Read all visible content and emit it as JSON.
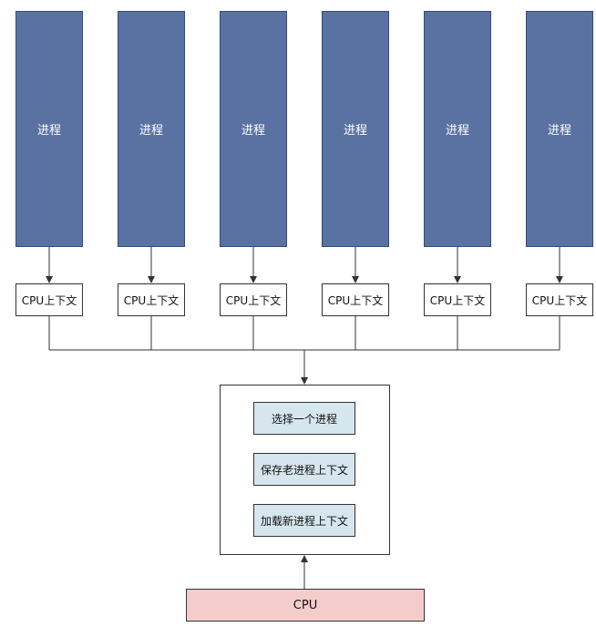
{
  "processes": [
    {
      "label": "进程",
      "context_label": "CPU上下文"
    },
    {
      "label": "进程",
      "context_label": "CPU上下文"
    },
    {
      "label": "进程",
      "context_label": "CPU上下文"
    },
    {
      "label": "进程",
      "context_label": "CPU上下文"
    },
    {
      "label": "进程",
      "context_label": "CPU上下文"
    },
    {
      "label": "进程",
      "context_label": "CPU上下文"
    }
  ],
  "scheduler": {
    "steps": [
      "选择一个进程",
      "保存老进程上下文",
      "加载新进程上下文"
    ]
  },
  "cpu": {
    "label": "CPU"
  },
  "colors": {
    "process_fill": "#5a72a2",
    "step_fill": "#d6e6ee",
    "cpu_fill": "#f4cccc",
    "line": "#333333"
  }
}
